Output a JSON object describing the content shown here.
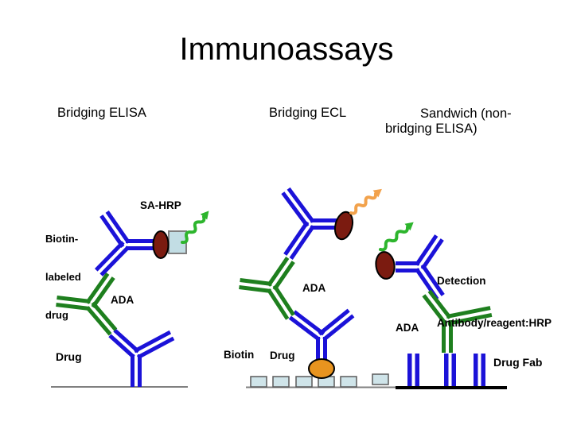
{
  "slide": {
    "title": "Immunoassays"
  },
  "columns": {
    "col1": {
      "title": "Bridging ELISA"
    },
    "col2": {
      "title": "Bridging ECL"
    },
    "col3": {
      "title_line1": "Sandwich (non-",
      "title_line2": "bridging ELISA)"
    }
  },
  "bridging_elisa": {
    "biotin_label_line1": "Biotin-",
    "biotin_label_line2": "labeled",
    "biotin_label_line3": "drug",
    "sa_hrp_label": "SA-HRP",
    "ada_label": "ADA",
    "drug_label": "Drug"
  },
  "bridging_ecl": {
    "ada_label": "ADA",
    "biotin_label": "Biotin",
    "drug_label": "Drug"
  },
  "sandwich_elisa": {
    "detection_label_line1": "Detection",
    "detection_label_line2": "Antibody/reagent:HRP",
    "ada_label": "ADA",
    "drug_fab_label": "Drug Fab"
  },
  "colors": {
    "antibody_blue": "#1b12d8",
    "ada_green": "#1e7f1e",
    "signal_green": "#2db52d",
    "signal_orange": "#f2a24c",
    "hrp_maroon": "#7b1b10",
    "biotin_orange": "#e8941f",
    "well_square_fill": "#cfe4e9",
    "well_square_border": "#5a5a5a",
    "sa_square_fill": "#c2dde4",
    "sa_square_border": "#7f7f7f",
    "baseline_gray": "#808080",
    "baseline_black": "#000000",
    "text_black": "#000000"
  }
}
